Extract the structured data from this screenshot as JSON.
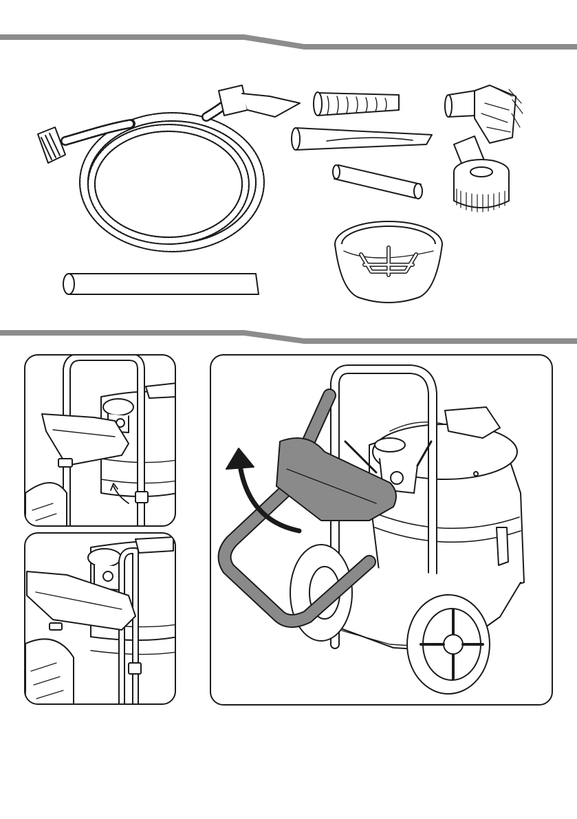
{
  "page": {
    "title": "",
    "text_visible": false
  },
  "colors": {
    "band": "#8c8c8c",
    "ink": "#1a1a1a",
    "handle_fill": "#8a8a8a",
    "panel_border": "#1a1a1a",
    "background": "#ffffff"
  },
  "sections": [
    {
      "name": "accessories",
      "items": [
        {
          "id": "hose",
          "icon": "flexible-hose-icon"
        },
        {
          "id": "crevice-nozzle",
          "icon": "angled-nozzle-icon"
        },
        {
          "id": "rubber-sleeve",
          "icon": "ribbed-sleeve-icon"
        },
        {
          "id": "crevice-tool",
          "icon": "crevice-tool-icon"
        },
        {
          "id": "adapter-tube",
          "icon": "short-tube-icon"
        },
        {
          "id": "brush-tool",
          "icon": "dusting-brush-icon"
        },
        {
          "id": "round-brush",
          "icon": "round-brush-icon"
        },
        {
          "id": "extension-tube",
          "icon": "long-tube-icon"
        },
        {
          "id": "filter-basket",
          "icon": "filter-basket-icon"
        }
      ]
    },
    {
      "name": "handle-assembly",
      "steps": [
        {
          "id": "step-handle-detail-1",
          "icon": "handle-clip-icon"
        },
        {
          "id": "step-handle-detail-2",
          "icon": "handle-clip-icon"
        },
        {
          "id": "step-handle-rotate",
          "icon": "rotate-arrow-icon"
        }
      ]
    }
  ]
}
